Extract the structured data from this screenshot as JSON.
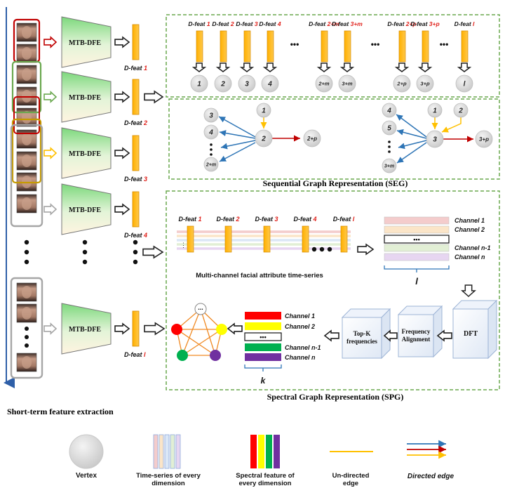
{
  "frames_col": {
    "dots": "●"
  },
  "mtb_label": "MTB-DFE",
  "dfeat_prefix": "D-feat",
  "dfeat_left": [
    "1",
    "2",
    "3",
    "4",
    "l"
  ],
  "seg": {
    "title": "Sequential Graph Representation (SEG)",
    "feat_labels": [
      {
        "prefix": "D-feat",
        "idx": "1"
      },
      {
        "prefix": "D-feat",
        "idx": "2"
      },
      {
        "prefix": "D-feat",
        "idx": "3"
      },
      {
        "prefix": "D-feat",
        "idx": "4"
      },
      {
        "prefix": "D-feat",
        "idx": "2+m"
      },
      {
        "prefix": "D-feat",
        "idx": "3+m"
      },
      {
        "prefix": "D-feat",
        "idx": "2+p"
      },
      {
        "prefix": "D-feat",
        "idx": "3+p"
      },
      {
        "prefix": "D-feat",
        "idx": "l"
      }
    ],
    "vertex_labels": [
      "1",
      "2",
      "3",
      "4",
      "2+m",
      "3+m",
      "2+p",
      "3+p",
      "l"
    ],
    "ellipsis": "•••",
    "graph_left": {
      "center": "2",
      "left": [
        "3",
        "4",
        "2+m"
      ],
      "top": "1",
      "right": "2+p"
    },
    "graph_right": {
      "center": "3",
      "left": [
        "4",
        "5",
        "3+m"
      ],
      "top": [
        "1",
        "2"
      ],
      "right": "3+p"
    }
  },
  "spg": {
    "title": "Spectral Graph Representation (SPG)",
    "ts_labels": [
      {
        "prefix": "D-feat",
        "idx": "1"
      },
      {
        "prefix": "D-feat",
        "idx": "2"
      },
      {
        "prefix": "D-feat",
        "idx": "3"
      },
      {
        "prefix": "D-feat",
        "idx": "4"
      },
      {
        "prefix": "D-feat",
        "idx": "l"
      }
    ],
    "ts_caption": "Multi-channel facial attribute time-series",
    "channels": [
      "Channel 1",
      "Channel 2",
      "Channel n-1",
      "Channel n"
    ],
    "l_label": "l",
    "k_label": "k",
    "dft": "DFT",
    "freq_align": "Frequency Alignment",
    "topk": "Top-K frequencies",
    "channel_colors": [
      "#f4cccc",
      "#fbe5c8",
      "#e2efd5",
      "#e7d6f1"
    ],
    "spectral_colors": [
      "#ff0000",
      "#ffff00",
      "#00b050",
      "#7030a0"
    ],
    "node_dots": "..."
  },
  "short_term": "Short-term feature extraction",
  "legend": {
    "vertex": "Vertex",
    "timeseries": "Time-series of every dimension",
    "spectral": "Spectral feature of every dimension",
    "undirected": "Un-directed edge",
    "directed": "Directed edge"
  }
}
